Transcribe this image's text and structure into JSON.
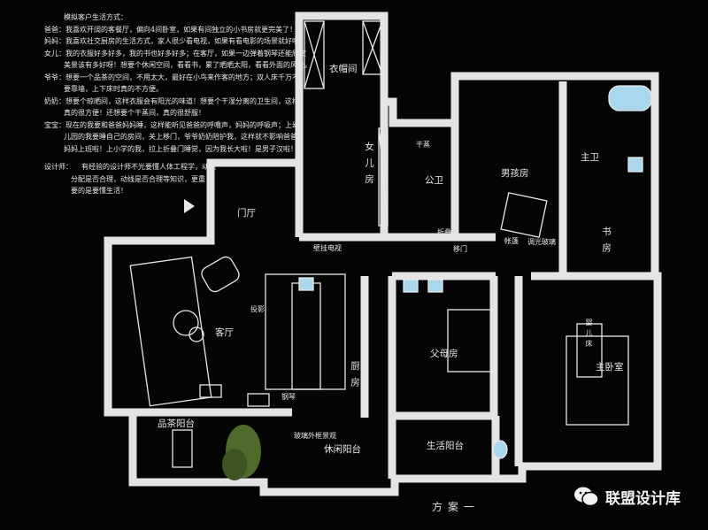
{
  "notes": {
    "title": "模拟客户生活方式：",
    "lines": [
      {
        "role": "爸爸：",
        "text": "我喜欢开阔的客餐厅，偏向4间卧室，如果有间独立的小书房就更完美了！"
      },
      {
        "role": "妈妈：",
        "text": "我喜欢社交厨房的生活方式，家人很少看电视，如果有看电影的场景就好啦！"
      },
      {
        "role": "女儿：",
        "text": "我的衣服好多好多，我的书也好多好多；在客厅，如果一边弹着钢琴还能欣赏"
      },
      {
        "role": "",
        "text": "美景该有多好呀！想要个休闲空间，看看书，累了晒晒太阳，看看外面的风景。"
      },
      {
        "role": "爷爷：",
        "text": "想要一个品茶的空间，不用太大，最好在小鸟来作客的地方；双人床千万不"
      },
      {
        "role": "",
        "text": "要靠墙，上下床时真的不方便。"
      },
      {
        "role": "奶奶：",
        "text": "想要个晾晒间，这样衣服会有阳光的味道！想要个干湿分离的卫生间，这样"
      },
      {
        "role": "",
        "text": "真的很方便！还想要个干蒸间，真的很舒服！"
      },
      {
        "role": "宝宝：",
        "text": "现在的我要和爸爸妈妈睡，这样能听见爸爸的呼噜声，妈妈的呼吸声；上幼"
      },
      {
        "role": "",
        "text": "儿园的我要睡自己的房间，关上移门，爷爷奶奶陪护我，这样就不影响爸爸"
      },
      {
        "role": "",
        "text": "妈妈上班啦！上小学的我，拉上折叠门睡觉，因为我长大啦！是男子汉啦！"
      }
    ],
    "designer": {
      "role": "设计师：",
      "lines": [
        "有经验的设计师不光要懂人体工程学，动能",
        "分配是否合理，动线是否合理等知识，更重",
        "要的是要懂生活！"
      ]
    }
  },
  "rooms": {
    "closet": "衣帽间",
    "daughter": "女儿房",
    "sauna": "干蒸",
    "public_bath": "公卫",
    "boy": "男孩房",
    "master_bath": "主卫",
    "study": "书房",
    "foyer": "门厅",
    "living": "客厅",
    "kitchen": "厨房",
    "parents": "父母房",
    "crib": "婴儿床",
    "master": "主卧室",
    "tea_balcony": "品茶阳台",
    "leisure_balcony": "休闲阳台",
    "service_balcony": "生活阳台"
  },
  "annotations": {
    "wall_tv": "壁挂电视",
    "folding_door": "折叠门",
    "sliding_door": "移门",
    "tent": "帐篷",
    "dimming_glass": "调光玻璃",
    "projector": "投影",
    "piano": "钢琴",
    "glass_landscape": "玻璃外框景观"
  },
  "caption": "方案一",
  "brand": "联盟设计库",
  "colors": {
    "wall": "#e4e4e4",
    "glass": "#a9d8ee",
    "plant": "#4f6b2c",
    "background": "#050505"
  }
}
